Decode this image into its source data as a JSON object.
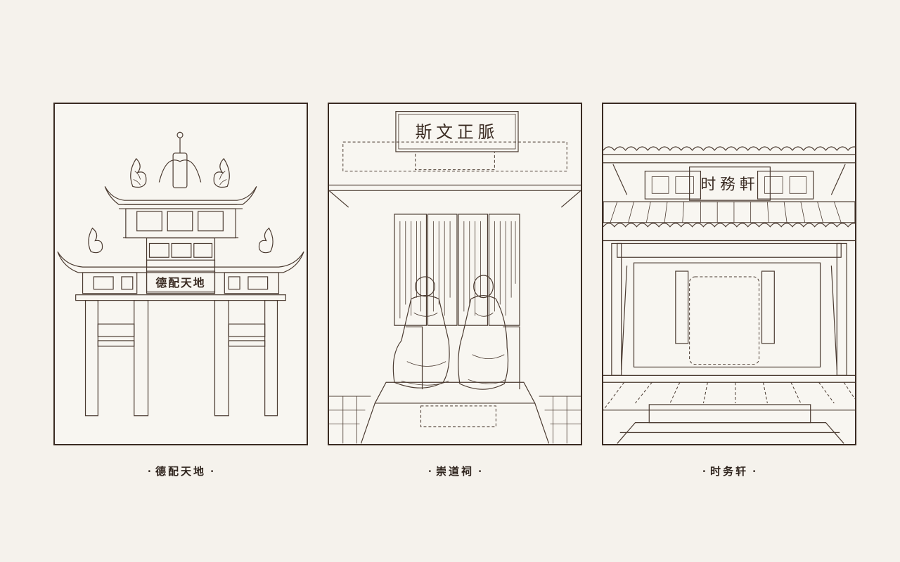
{
  "illustrations": [
    {
      "caption": "德配天地",
      "plaque_text": "德配天地",
      "icon": "memorial-archway-illustration"
    },
    {
      "caption": "崇道祠",
      "plaque_text": "斯文正脈",
      "icon": "shrine-hall-statues-illustration"
    },
    {
      "caption": "时务轩",
      "plaque_text": "时務軒",
      "icon": "pavilion-hall-illustration"
    }
  ],
  "colors": {
    "background": "#f5f2ec",
    "line": "#3a2b22"
  }
}
